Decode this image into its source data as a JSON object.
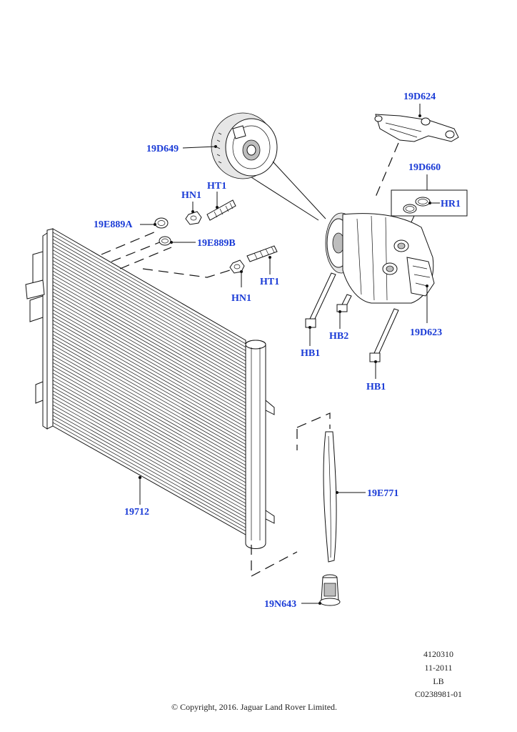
{
  "callouts": {
    "c19D624": "19D624",
    "c19D649": "19D649",
    "c19D660": "19D660",
    "cHR1": "HR1",
    "cHT1_top": "HT1",
    "cHN1_top": "HN1",
    "c19E889A": "19E889A",
    "c19E889B": "19E889B",
    "cHT1_bottom": "HT1",
    "cHN1_bottom": "HN1",
    "c19D623": "19D623",
    "cHB2": "HB2",
    "cHB1_left": "HB1",
    "cHB1_right": "HB1",
    "c19E771": "19E771",
    "c19712": "19712",
    "c19N643": "19N643"
  },
  "footer": {
    "code": "4120310",
    "date": "11-2011",
    "region": "LB",
    "ref": "C0238981-01",
    "copyright": "© Copyright, 2016. Jaguar Land Rover Limited."
  }
}
